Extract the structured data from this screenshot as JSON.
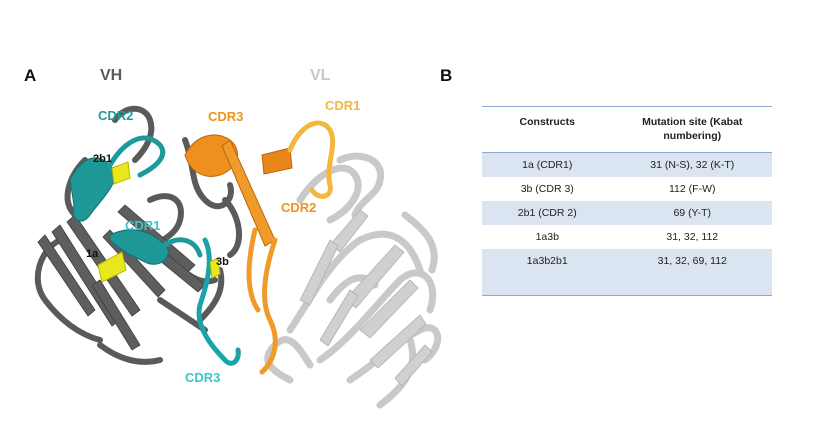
{
  "panels": {
    "a": "A",
    "b": "B"
  },
  "structure": {
    "vh": "VH",
    "vl": "VL",
    "labels": {
      "vh_cdr2": "CDR2",
      "vh_cdr1": "CDR1",
      "vh_cdr3": "CDR3",
      "vl_cdr3": "CDR3",
      "vl_cdr1": "CDR1",
      "vl_cdr2": "CDR2",
      "site_2b1": "2b1",
      "site_1a": "1a",
      "site_3b": "3b"
    },
    "colors": {
      "vh_backbone": "#555555",
      "vl_backbone": "#c8c8c8",
      "teal": "#1f9a9a",
      "cyan": "#3cc6cc",
      "orange": "#f0921e",
      "light_orange": "#f4b63c",
      "yellow": "#e6e61e"
    }
  },
  "table": {
    "headers": [
      "Constructs",
      "Mutation site (Kabat numbering)"
    ],
    "rows": [
      {
        "construct": "1a (CDR1)",
        "site": "31 (N-S), 32 (K-T)"
      },
      {
        "construct": "3b (CDR 3)",
        "site": "112 (F-W)"
      },
      {
        "construct": "2b1 (CDR 2)",
        "site": "69 (Y-T)"
      },
      {
        "construct": "1a3b",
        "site": "31, 32, 112"
      },
      {
        "construct": "1a3b2b1",
        "site": "31, 32, 69, 112"
      }
    ]
  }
}
